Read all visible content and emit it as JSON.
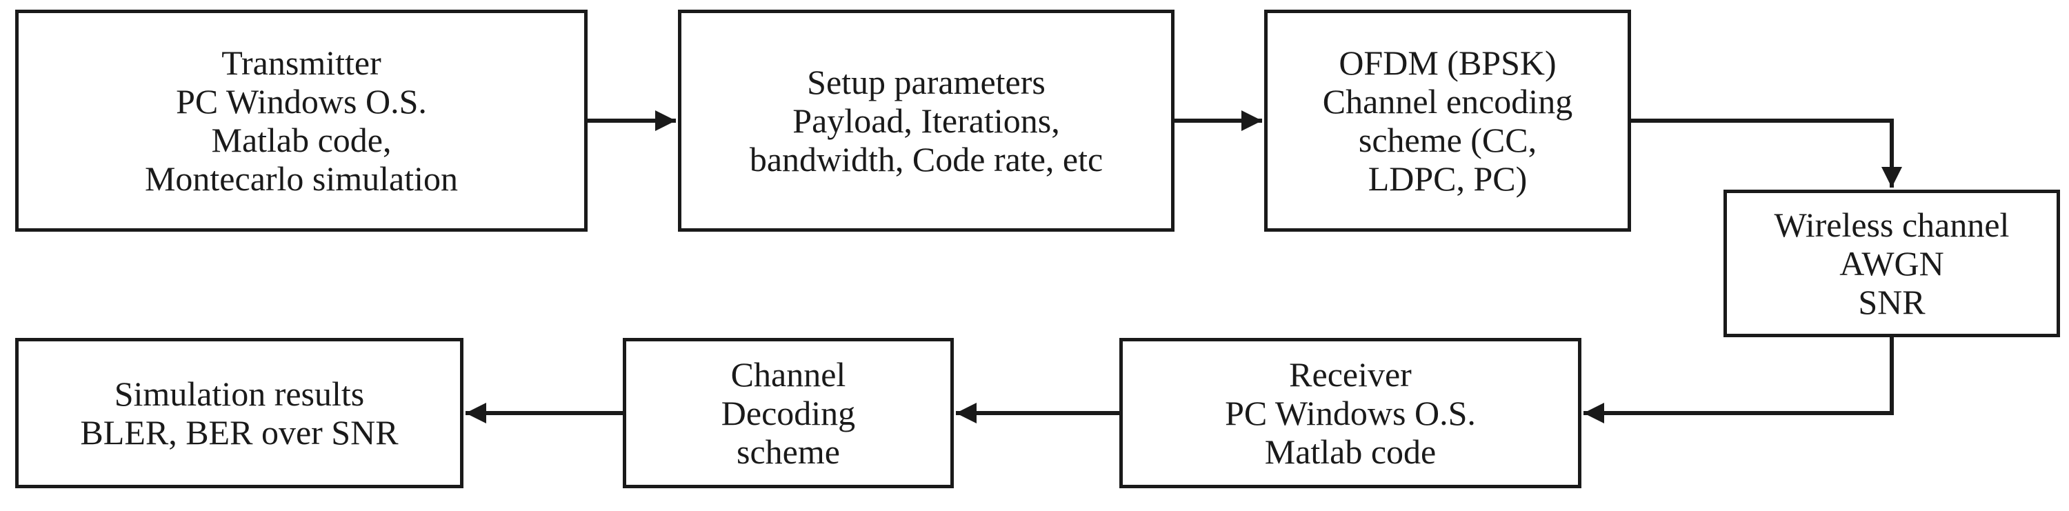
{
  "diagram": {
    "line_color": "#1a1a1a",
    "nodes": {
      "transmitter": "Transmitter\nPC Windows O.S.\nMatlab code,\nMontecarlo simulation",
      "setup": "Setup parameters\nPayload, Iterations,\nbandwidth, Code rate, etc",
      "ofdm": "OFDM (BPSK)\nChannel encoding\nscheme (CC,\nLDPC, PC)",
      "wireless": "Wireless channel\nAWGN\nSNR",
      "receiver": "Receiver\nPC Windows O.S.\nMatlab code",
      "decoding": "Channel\nDecoding\nscheme",
      "results": "Simulation results\nBLER, BER over SNR"
    },
    "edges": [
      {
        "from": "transmitter",
        "to": "setup"
      },
      {
        "from": "setup",
        "to": "ofdm"
      },
      {
        "from": "ofdm",
        "to": "wireless"
      },
      {
        "from": "wireless",
        "to": "receiver"
      },
      {
        "from": "receiver",
        "to": "decoding"
      },
      {
        "from": "decoding",
        "to": "results"
      }
    ]
  }
}
